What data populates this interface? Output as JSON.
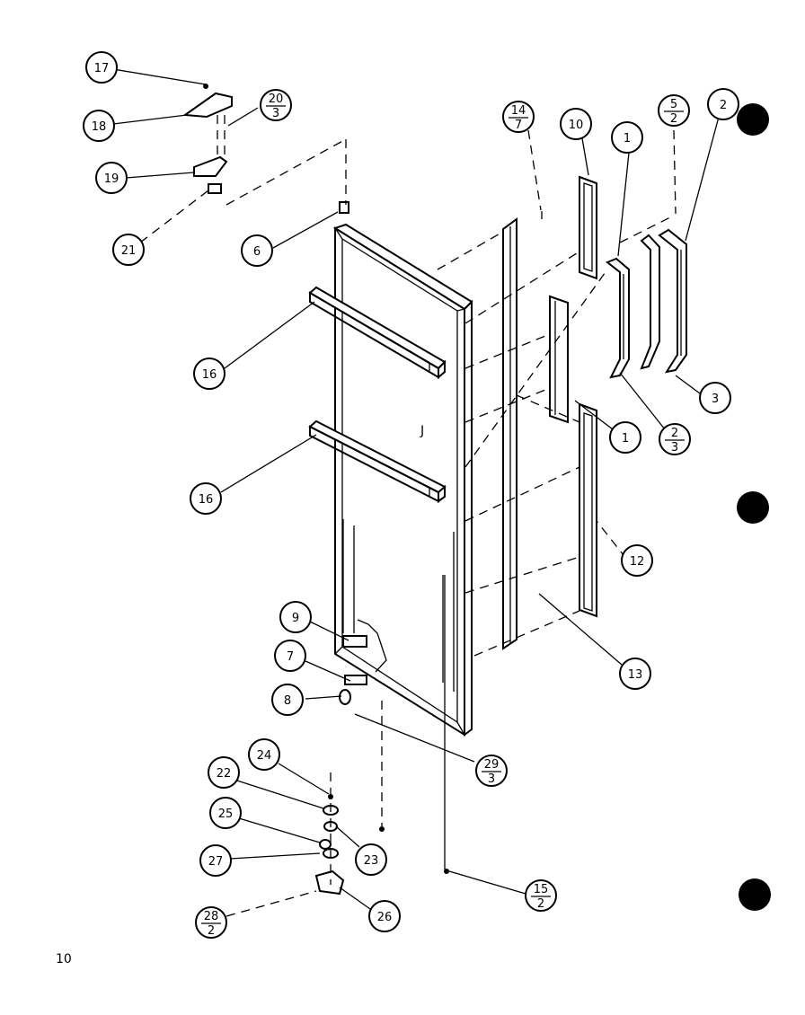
{
  "page_number": "10",
  "callouts": [
    {
      "id": "c17",
      "top": "17"
    },
    {
      "id": "c18",
      "top": "18"
    },
    {
      "id": "c20",
      "top": "20",
      "bottom": "3"
    },
    {
      "id": "c19",
      "top": "19"
    },
    {
      "id": "c21",
      "top": "21"
    },
    {
      "id": "c6",
      "top": "6"
    },
    {
      "id": "c16a",
      "top": "16"
    },
    {
      "id": "c16b",
      "top": "16"
    },
    {
      "id": "c14",
      "top": "14",
      "bottom": "7"
    },
    {
      "id": "c10",
      "top": "10"
    },
    {
      "id": "c1a",
      "top": "1"
    },
    {
      "id": "c5",
      "top": "5",
      "bottom": "2"
    },
    {
      "id": "c2a",
      "top": "2"
    },
    {
      "id": "c3a",
      "top": "3"
    },
    {
      "id": "c1b",
      "top": "1"
    },
    {
      "id": "c2b",
      "top": "2",
      "bottom": "3"
    },
    {
      "id": "c12",
      "top": "12"
    },
    {
      "id": "c13",
      "top": "13"
    },
    {
      "id": "c9",
      "top": "9"
    },
    {
      "id": "c7",
      "top": "7"
    },
    {
      "id": "c8",
      "top": "8"
    },
    {
      "id": "c29",
      "top": "29",
      "bottom": "3"
    },
    {
      "id": "c24",
      "top": "24"
    },
    {
      "id": "c22",
      "top": "22"
    },
    {
      "id": "c25",
      "top": "25"
    },
    {
      "id": "c23",
      "top": "23"
    },
    {
      "id": "c27",
      "top": "27"
    },
    {
      "id": "c15",
      "top": "15",
      "bottom": "2"
    },
    {
      "id": "c28",
      "top": "28",
      "bottom": "2"
    },
    {
      "id": "c26",
      "top": "26"
    }
  ]
}
